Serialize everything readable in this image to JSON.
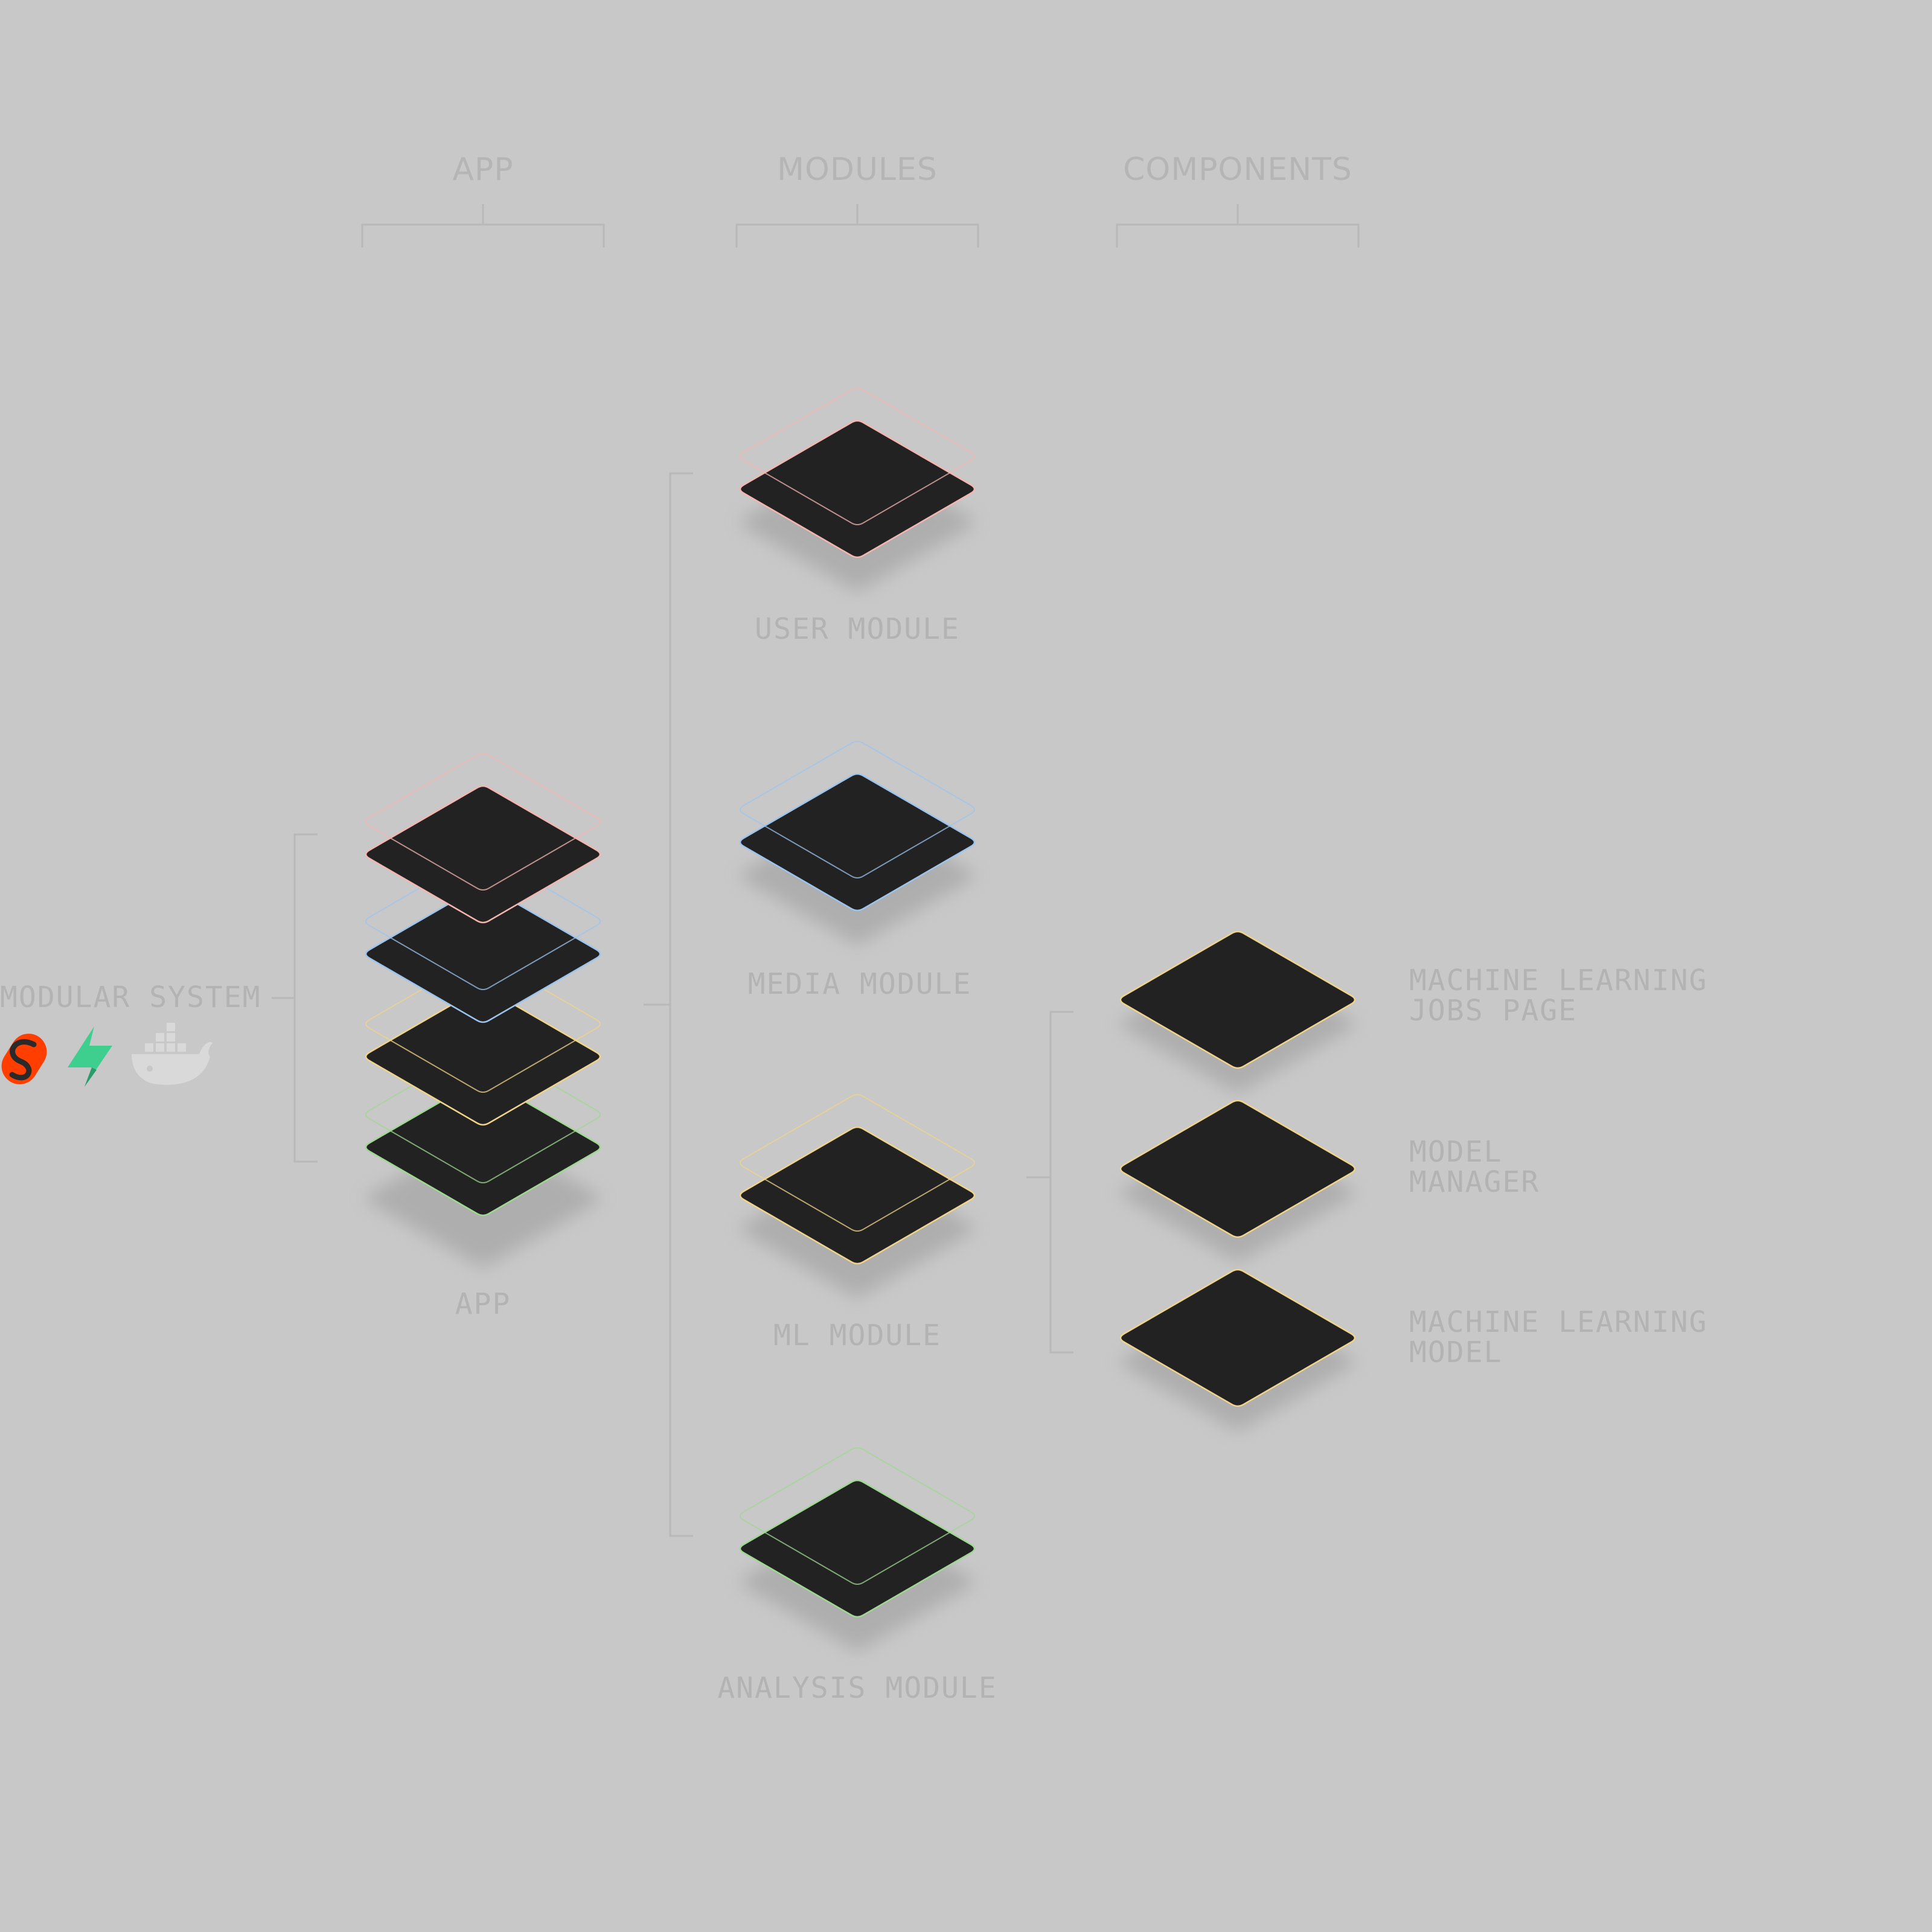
{
  "headers": {
    "app": "APP",
    "modules": "MODULES",
    "components": "COMPONENTS"
  },
  "system": {
    "label": "MODULAR SYSTEM",
    "icons": [
      "svelte-icon",
      "supabase-icon",
      "docker-icon"
    ],
    "icon_colors": {
      "svelte": "#ff3e00",
      "supabase": "#3ecf8e",
      "docker": "#d6d6d6"
    }
  },
  "app_stack": {
    "label": "APP",
    "layer_colors": [
      "#f4b6b0",
      "#9cc4ee",
      "#f0d48a",
      "#9fd890"
    ]
  },
  "modules": [
    {
      "label": "USER MODULE",
      "color": "#f4b6b0"
    },
    {
      "label": "MEDIA MODULE",
      "color": "#9cc4ee"
    },
    {
      "label": "ML MODULE",
      "color": "#f0d48a"
    },
    {
      "label": "ANALYSIS MODULE",
      "color": "#9fd890"
    }
  ],
  "components": [
    {
      "line1": "MACHINE LEARNING",
      "line2": "JOBS PAGE",
      "color": "#f0d48a"
    },
    {
      "line1": "MODEL",
      "line2": "MANAGER",
      "color": "#f0d48a"
    },
    {
      "line1": "MACHINE LEARNING",
      "line2": "MODEL",
      "color": "#f0d48a"
    }
  ],
  "colors": {
    "background": "#c8c8c8",
    "tile": "#222222",
    "shadow": "#9a9a9a",
    "text": "#b3b3b3"
  }
}
